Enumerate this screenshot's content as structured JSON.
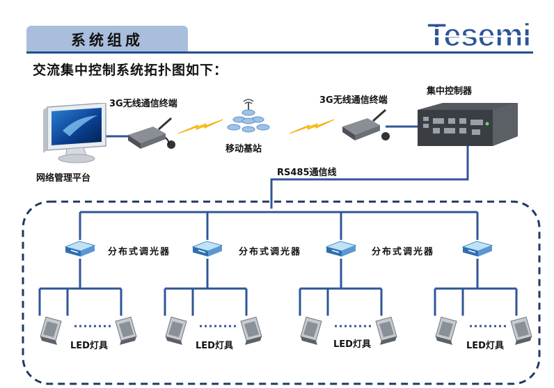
{
  "header": {
    "section_title": "系统组成",
    "brand": "Tesemi"
  },
  "intro": "交流集中控制系统拓扑图如下：",
  "nodes": {
    "platform": "网络管理平台",
    "terminal_left": "3G无线通信终端",
    "base_station": "移动基站",
    "terminal_right": "3G无线通信终端",
    "controller": "集中控制器",
    "rs485": "RS485通信线"
  },
  "dimmers": [
    "分布式调光器",
    "分布式调光器",
    "分布式调光器"
  ],
  "led_groups": [
    "LED灯具",
    "LED灯具",
    "LED灯具",
    "LED灯具"
  ],
  "colors": {
    "line": "#2f5597",
    "header_band": "#a9bedc",
    "lightning": "#ffd21f",
    "brand": "#2d5597"
  }
}
